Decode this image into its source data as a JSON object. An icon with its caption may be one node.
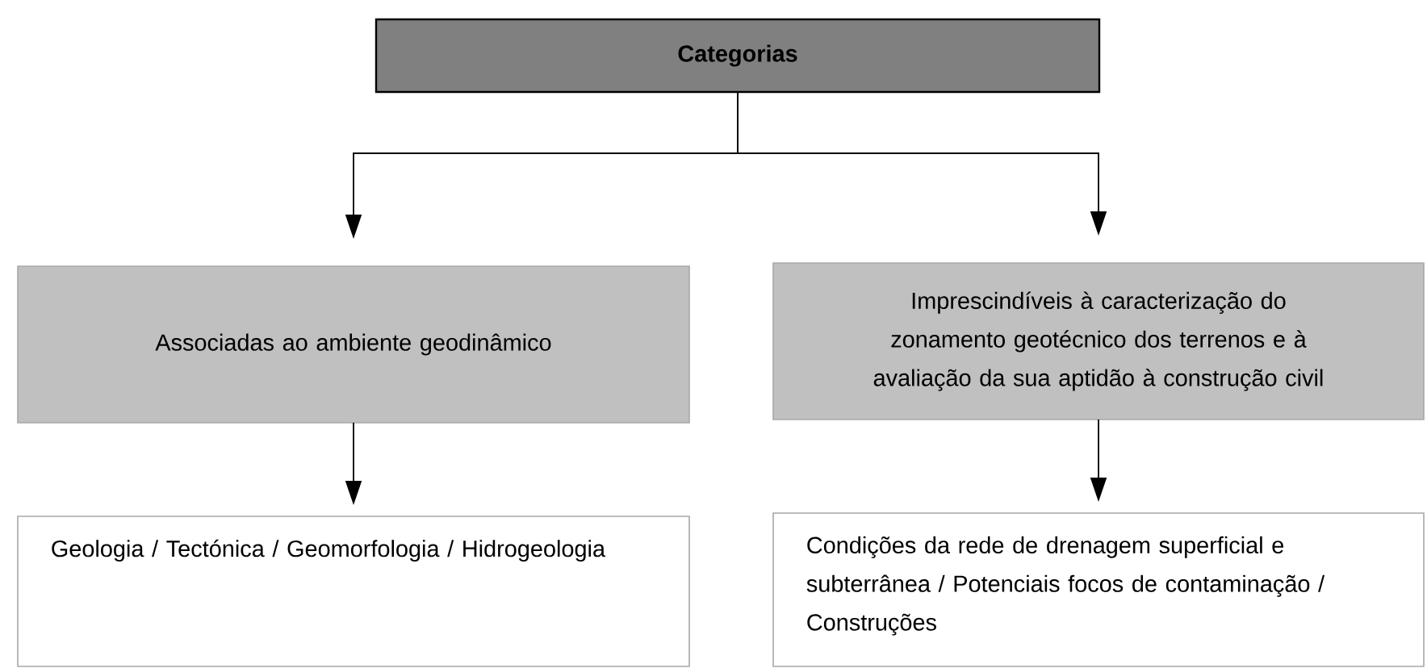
{
  "diagram": {
    "nodes": [
      {
        "text": [
          "Categorias"
        ]
      },
      {
        "text": [
          "Associadas ao ambiente geodinâmico"
        ]
      },
      {
        "text": [
          "Imprescindíveis à caracterização do zonamento geotécnico dos terrenos e à avaliação da sua aptidão à construção civil"
        ]
      },
      {
        "text": [
          "Geologia / Tectónica / Geomorfologia / Hidrogeologia"
        ]
      },
      {
        "text": [
          "Condições da rede de drenagem superficial e subterrânea / Potenciais focos de contaminação / Construções"
        ]
      }
    ],
    "edges": [
      {
        "from": 0,
        "to": 1,
        "arrow": "to"
      },
      {
        "from": 0,
        "to": 2,
        "arrow": "to"
      },
      {
        "from": 1,
        "to": 3,
        "arrow": "to"
      },
      {
        "from": 2,
        "to": 4,
        "arrow": "to"
      }
    ]
  }
}
